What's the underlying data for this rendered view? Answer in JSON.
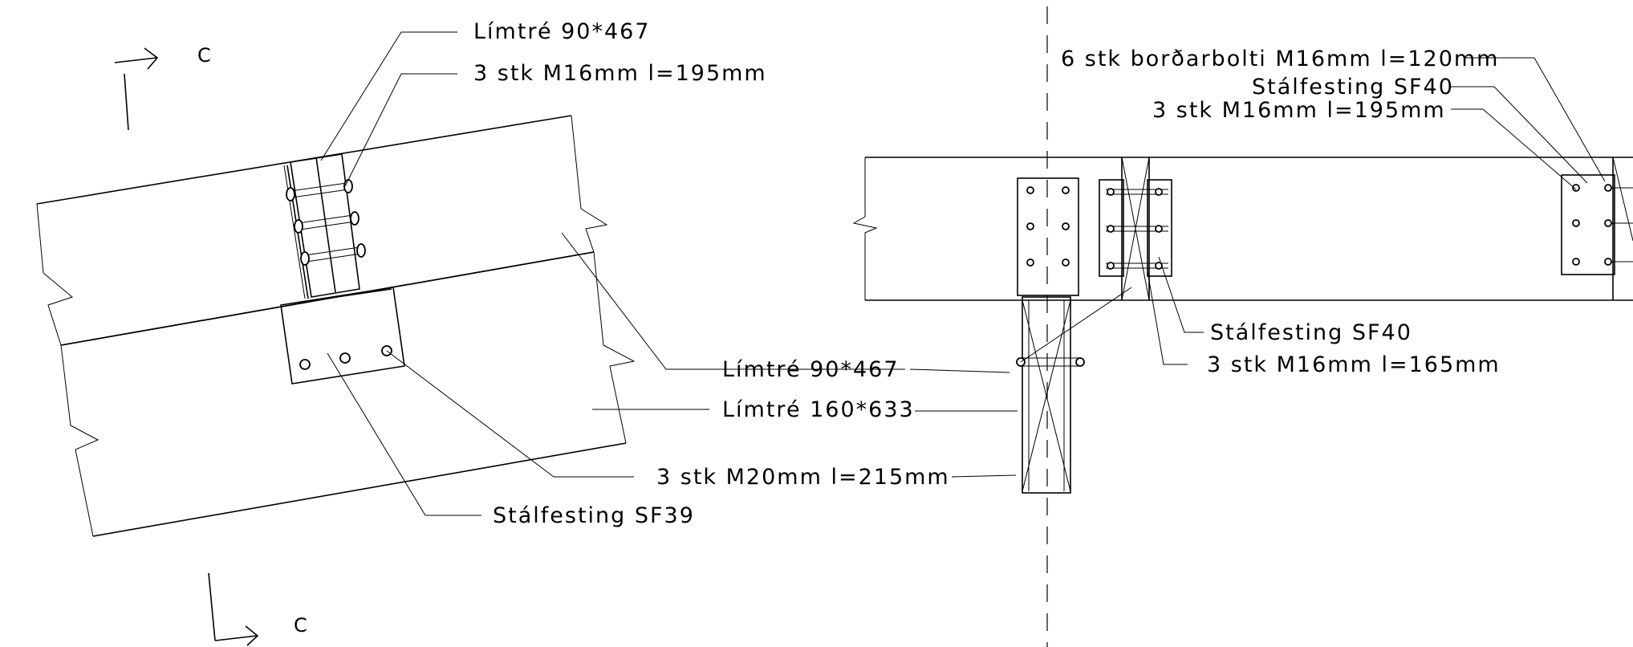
{
  "section_marks": {
    "top": "C",
    "bottom": "C"
  },
  "left_view": {
    "labels": {
      "limtre_top": "Límtré 90*467",
      "bolts_top": "3 stk M16mm l=195mm",
      "limtre_mid": "Límtré 90*467",
      "limtre_large": "Límtré 160*633",
      "bolts_bottom": "3 stk M20mm l=215mm",
      "stalfesting": "Stálfesting SF39"
    }
  },
  "right_view": {
    "labels": {
      "bordarbolti": "6 stk borðarbolti M16mm l=120mm",
      "stalfesting_top": "Stálfesting SF40",
      "bolts_top": "3 stk M16mm l=195mm",
      "stalfesting_mid": "Stálfesting SF40",
      "bolts_mid": "3 stk M16mm l=165mm"
    }
  }
}
